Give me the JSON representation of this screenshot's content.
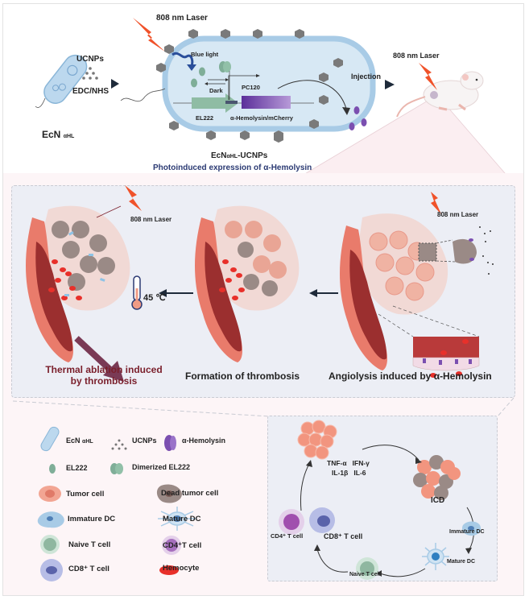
{
  "figure": {
    "panel_a": {
      "strain_label": "EcN",
      "strain_subscript": "αHL",
      "ucnps_label": "UCNPs",
      "coupling_label": "EDC/NHS",
      "laser_label": "808 nm Laser",
      "blue_light_label": "Blue light",
      "dark_label": "Dark",
      "promoter_label": "PC120",
      "gene_el222_label": "EL222",
      "gene_payload_label": "α-Hemolysin/mCherry",
      "conjugate_label_main": "EcN",
      "conjugate_label_sub": "αHL",
      "conjugate_label_suffix": "-UCNPs",
      "subtitle": "Photoinduced expression of α-Hemolysin",
      "injection_label": "Injection",
      "mouse_laser_label": "808 nm Laser"
    },
    "panel_b": {
      "steps": [
        {
          "caption_line1": "Thermal ablation induced",
          "caption_line2": "by thrombosis",
          "laser_label": "808 nm Laser",
          "temperature": "45 ℃"
        },
        {
          "caption_line1": "Formation of thrombosis"
        },
        {
          "caption_line1": "Angiolysis  induced by α-Hemolysin",
          "laser_label": "808 nm Laser"
        }
      ]
    },
    "legend": {
      "items": [
        {
          "label": "EcN",
          "sub": "αHL",
          "icon": "bacterium-icon"
        },
        {
          "label": "UCNPs",
          "icon": "ucnp-dots-icon"
        },
        {
          "label": "α-Hemolysin",
          "icon": "hemolysin-pore-icon"
        },
        {
          "label": "EL222",
          "icon": "el222-icon"
        },
        {
          "label": "Dimerized EL222",
          "icon": "dimerized-el222-icon"
        },
        {
          "label": "Tumor cell",
          "icon": "tumor-cell-icon"
        },
        {
          "label": "Dead tumor cell",
          "icon": "dead-tumor-cell-icon"
        },
        {
          "label": "Immature DC",
          "icon": "immature-dc-icon"
        },
        {
          "label": "Mature DC",
          "icon": "mature-dc-icon"
        },
        {
          "label": "Naive T cell",
          "icon": "naive-t-cell-icon"
        },
        {
          "label": "CD4⁺T cell",
          "icon": "cd4-t-cell-icon"
        },
        {
          "label": "CD8⁺ T cell",
          "icon": "cd8-t-cell-icon"
        },
        {
          "label": "Hemocyte",
          "icon": "hemocyte-icon"
        }
      ]
    },
    "panel_c": {
      "cytokines_line1": "TNF-α   IFN-γ",
      "cytokines_line2": "IL-1β   IL-6",
      "icd_label": "ICD",
      "immature_dc_label": "Immature DC",
      "mature_dc_label": "Mature DC",
      "naive_t_label": "Naive T cell",
      "cd4_label": "CD4⁺ T cell",
      "cd8_label": "CD8⁺ T cell"
    },
    "colors": {
      "laser": "#f0522a",
      "title_blue": "#2b3a73",
      "caption_red": "#7a1f2b",
      "vessel": "#9b2f2f",
      "tumor": "#f2a593",
      "dead_cell": "#9a8a86",
      "hemocyte": "#e8302a",
      "hemolysin": "#7b4fb0",
      "el222": "#7fae98",
      "membrane": "#a8cbe6"
    }
  }
}
